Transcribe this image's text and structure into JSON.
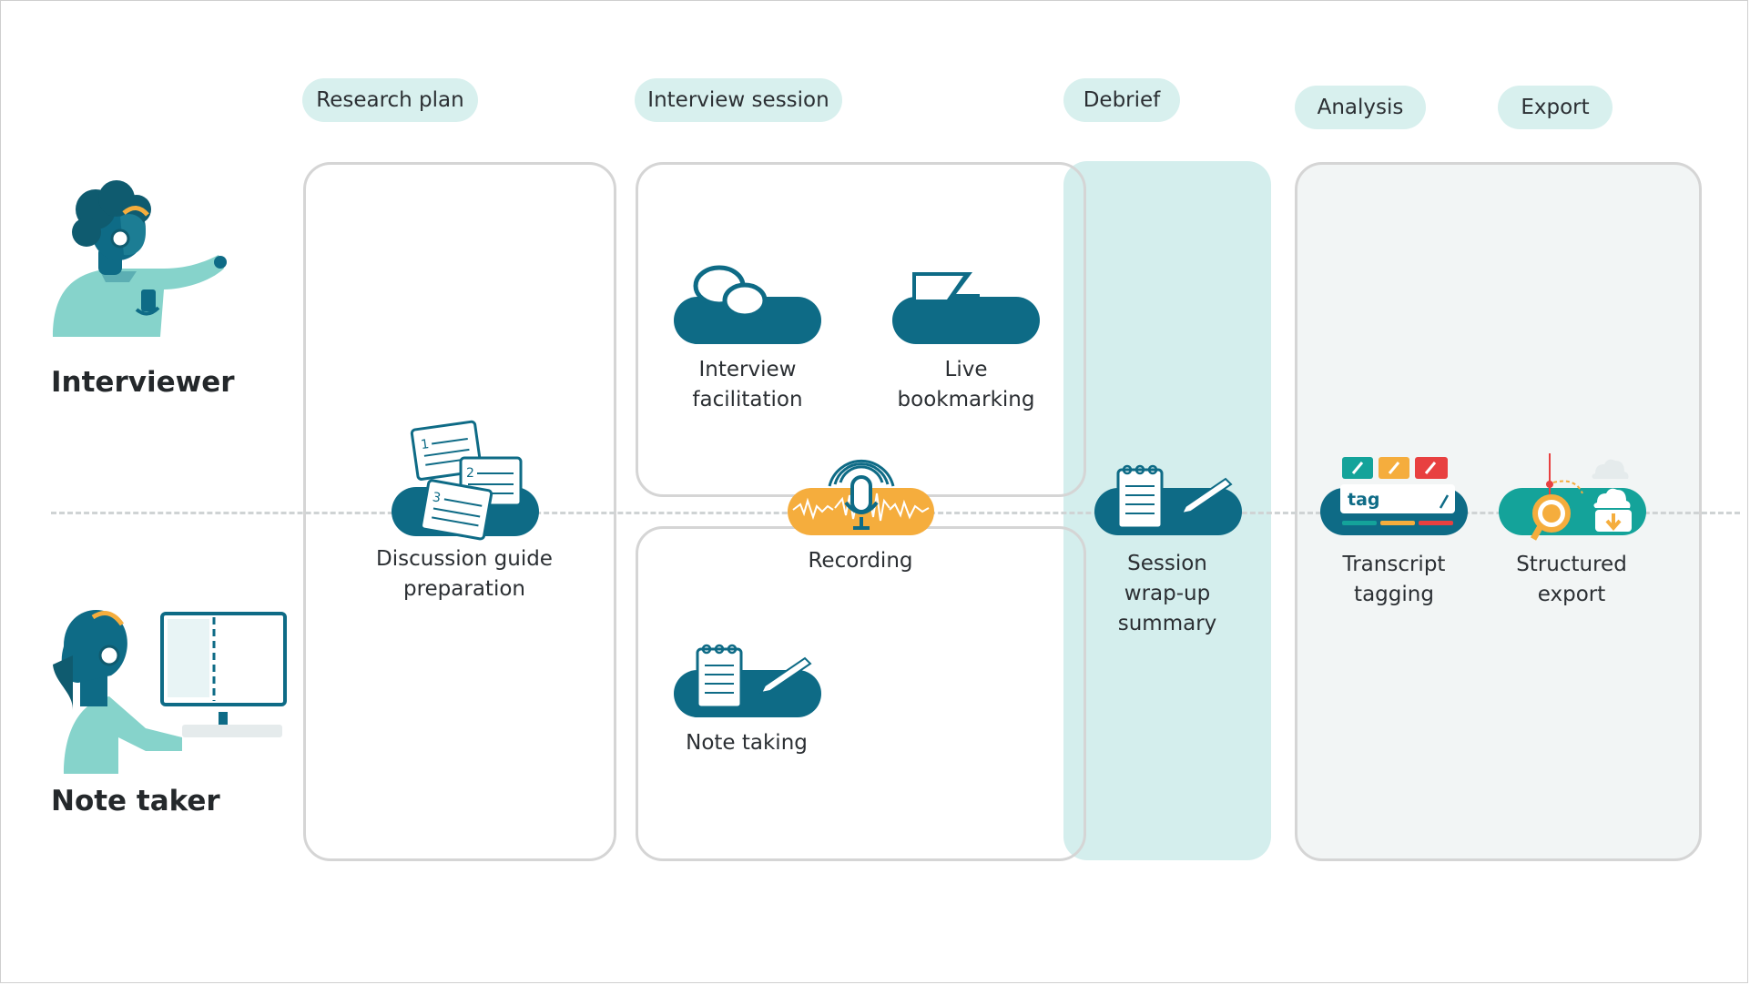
{
  "stages": {
    "research_plan": "Research plan",
    "interview_session": "Interview session",
    "debrief": "Debrief",
    "analysis": "Analysis",
    "export": "Export"
  },
  "roles": {
    "interviewer": "Interviewer",
    "note_taker": "Note taker"
  },
  "steps": {
    "discussion_guide": {
      "line1": "Discussion guide",
      "line2": "preparation"
    },
    "interview_facilitation": {
      "line1": "Interview",
      "line2": "facilitation"
    },
    "live_bookmarking": {
      "line1": "Live",
      "line2": "bookmarking"
    },
    "recording": "Recording",
    "note_taking": "Note taking",
    "session_wrapup": {
      "line1": "Session",
      "line2": "wrap-up",
      "line3": "summary"
    },
    "transcript_tagging": {
      "line1": "Transcript",
      "line2": "tagging",
      "tag_chip": "tag"
    },
    "structured_export": {
      "line1": "Structured",
      "line2": "export"
    }
  },
  "colors": {
    "accent_dark": "#0e6b86",
    "accent_light": "#d8f0ee",
    "recording": "#f5ad3d",
    "export": "#14a39a",
    "panel_border": "#d5d5d5"
  },
  "icons": [
    "chat-bubbles-icon",
    "flag-icon",
    "documents-icon",
    "microphone-icon",
    "notepad-pen-icon",
    "tag-icon",
    "magnifier-icon",
    "cloud-download-icon"
  ]
}
